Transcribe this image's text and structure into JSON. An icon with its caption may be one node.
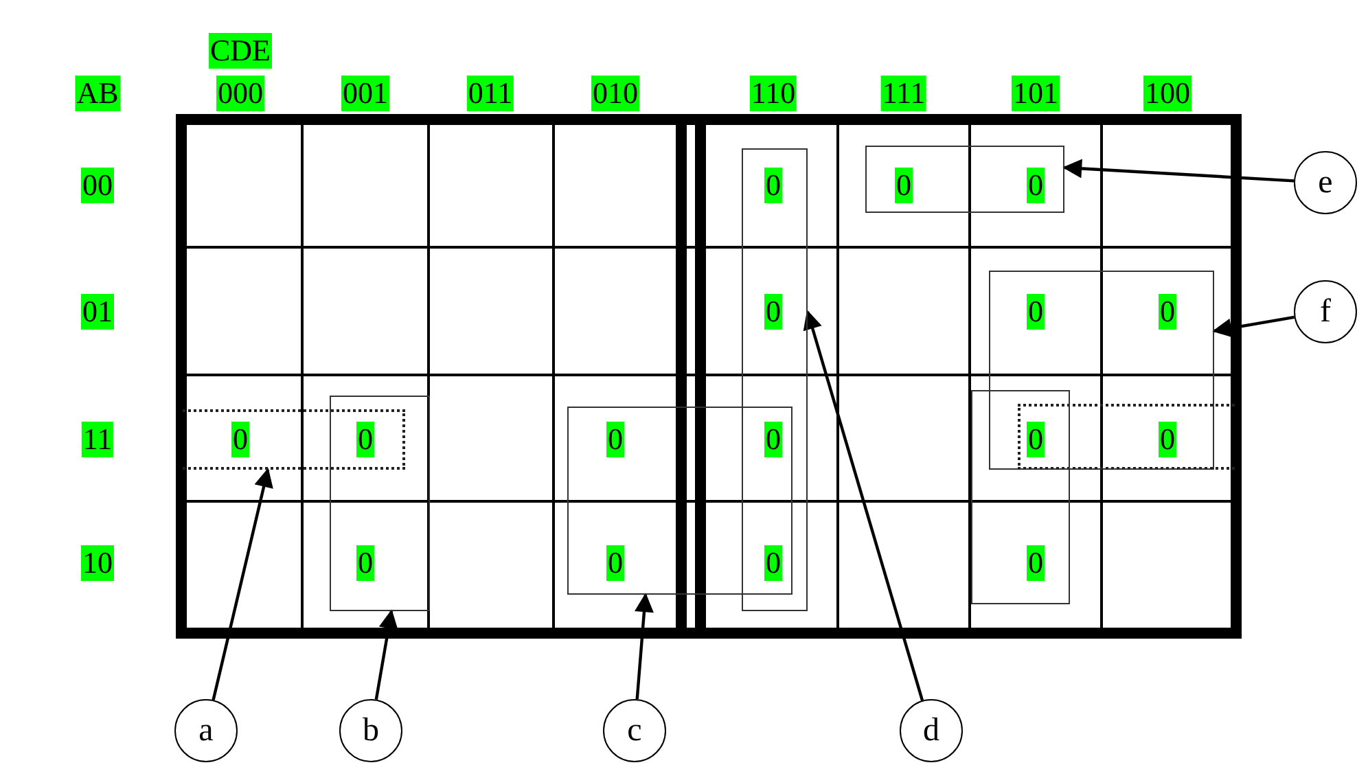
{
  "diagram": {
    "nodes": [
      {
        "text": [],
        "shape": "box"
      },
      {
        "text": [],
        "shape": "box"
      },
      {
        "text": [],
        "shape": "box"
      },
      {
        "text": [],
        "shape": "box"
      },
      {
        "text": [],
        "shape": "box"
      },
      {
        "text": [],
        "shape": "box"
      },
      {
        "text": [],
        "shape": "box"
      },
      {
        "text": [],
        "shape": "box"
      },
      {
        "text": [
          "e"
        ]
      },
      {
        "text": [
          "f"
        ]
      },
      {
        "text": [
          "a"
        ]
      },
      {
        "text": [
          "b"
        ]
      },
      {
        "text": [
          "c"
        ]
      },
      {
        "text": [
          "d"
        ]
      }
    ],
    "edges": [
      {
        "from": 8,
        "to": 0,
        "arrow": "to"
      },
      {
        "from": 9,
        "to": 2,
        "arrow": "to"
      },
      {
        "from": 10,
        "to": 3,
        "arrow": "to"
      },
      {
        "from": 11,
        "to": 5,
        "arrow": "to"
      },
      {
        "from": 12,
        "to": 6,
        "arrow": "to"
      },
      {
        "from": 13,
        "to": 1,
        "arrow": "to"
      }
    ],
    "labels": [
      "CDE",
      "AB",
      "000",
      "001",
      "011",
      "010",
      "110",
      "111",
      "101",
      "100",
      "00",
      "0",
      "0",
      "0",
      "01",
      "0",
      "0",
      "0",
      "11",
      "0",
      "0",
      "0",
      "0",
      "0",
      "0",
      "10",
      "0",
      "0",
      "0",
      "0"
    ]
  }
}
